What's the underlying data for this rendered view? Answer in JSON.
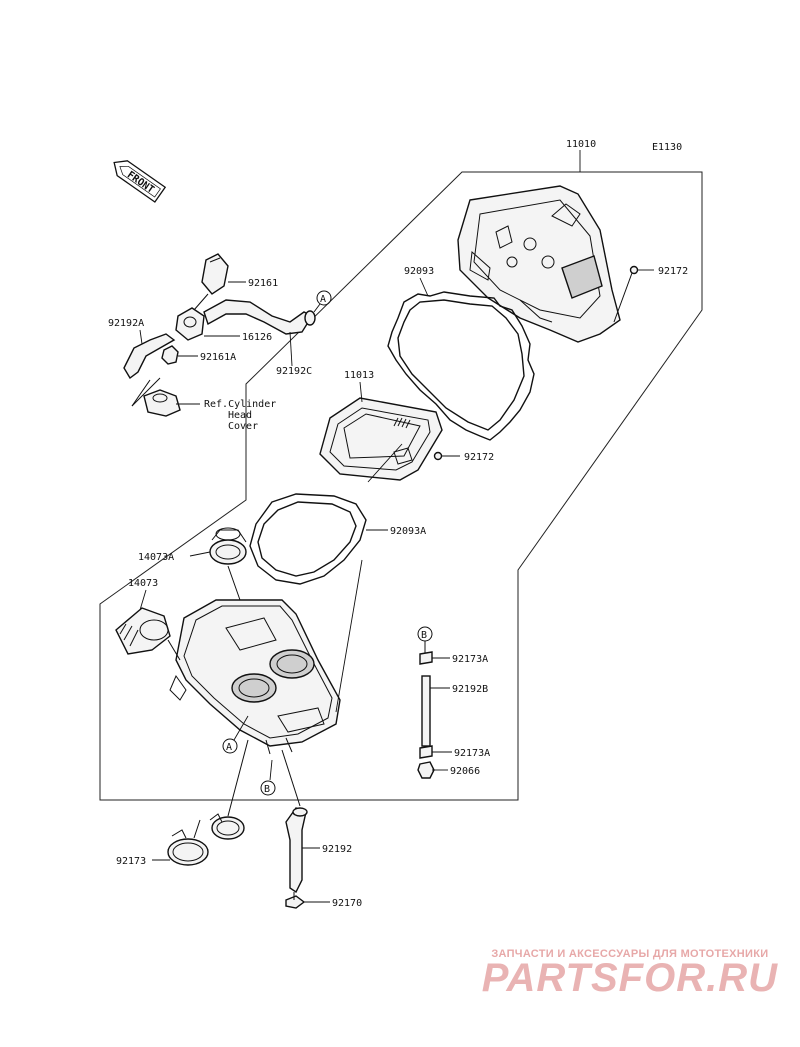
{
  "diagram_code": "E1130",
  "front_label": "FRONT",
  "ref_note": [
    "Ref.Cylinder",
    "Head",
    "Cover"
  ],
  "callouts": {
    "A": "A",
    "B": "B"
  },
  "parts": [
    {
      "id": "p11010",
      "label": "11010"
    },
    {
      "id": "p92161",
      "label": "92161"
    },
    {
      "id": "p92192A",
      "label": "92192A"
    },
    {
      "id": "p16126",
      "label": "16126"
    },
    {
      "id": "p92161A",
      "label": "92161A"
    },
    {
      "id": "p92192C",
      "label": "92192C"
    },
    {
      "id": "p92093",
      "label": "92093"
    },
    {
      "id": "p92172a",
      "label": "92172"
    },
    {
      "id": "p11013",
      "label": "11013"
    },
    {
      "id": "p92172b",
      "label": "92172"
    },
    {
      "id": "p92093A",
      "label": "92093A"
    },
    {
      "id": "p14073A",
      "label": "14073A"
    },
    {
      "id": "p14073",
      "label": "14073"
    },
    {
      "id": "p92173A1",
      "label": "92173A"
    },
    {
      "id": "p92192B",
      "label": "92192B"
    },
    {
      "id": "p92173A2",
      "label": "92173A"
    },
    {
      "id": "p92066",
      "label": "92066"
    },
    {
      "id": "p92173",
      "label": "92173"
    },
    {
      "id": "p92192",
      "label": "92192"
    },
    {
      "id": "p92170",
      "label": "92170"
    }
  ],
  "watermark": {
    "tagline": "ЗАПЧАСТИ И АКСЕССУАРЫ ДЛЯ МОТОТЕХНИКИ",
    "logo": "PARTSFOR.RU"
  },
  "colors": {
    "line": "#111111",
    "watermark": "#e9b3b3"
  }
}
